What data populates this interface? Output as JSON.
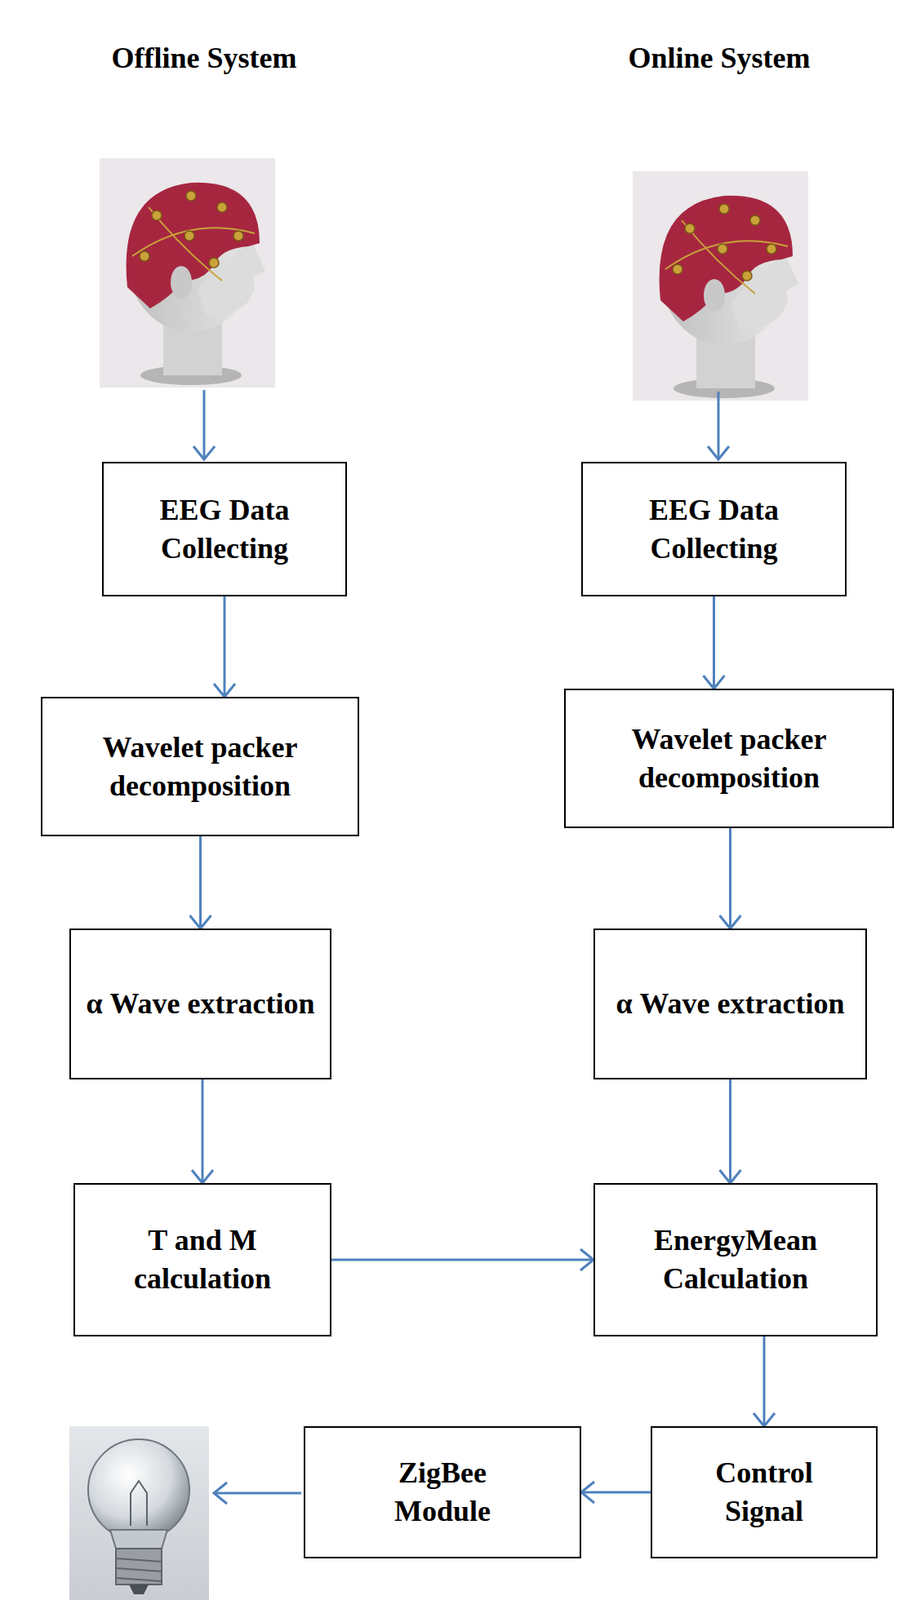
{
  "diagram": {
    "nodes": [
      {
        "text": [
          "EEG Data Collecting"
        ]
      },
      {
        "text": [
          "EEG Data Collecting"
        ]
      },
      {
        "text": [
          "Wavelet packer decomposition"
        ]
      },
      {
        "text": [
          "Wavelet packer decomposition"
        ]
      },
      {
        "text": [
          "α Wave extraction"
        ]
      },
      {
        "text": [
          "α Wave extraction"
        ]
      },
      {
        "text": [
          "T and M calculation"
        ]
      },
      {
        "text": [
          "EnergyMean Calculation"
        ]
      },
      {
        "text": [
          "ZigBee Module"
        ]
      },
      {
        "text": [
          "Control Signal"
        ]
      }
    ],
    "edges": [
      {
        "from": 0,
        "to": 2,
        "arrow": "to"
      },
      {
        "from": 2,
        "to": 4,
        "arrow": "to"
      },
      {
        "from": 4,
        "to": 6,
        "arrow": "to"
      },
      {
        "from": 6,
        "to": 7,
        "arrow": "to"
      },
      {
        "from": 1,
        "to": 3,
        "arrow": "to"
      },
      {
        "from": 3,
        "to": 5,
        "arrow": "to"
      },
      {
        "from": 5,
        "to": 7,
        "arrow": "to"
      },
      {
        "from": 7,
        "to": 9,
        "arrow": "to"
      },
      {
        "from": 9,
        "to": 8,
        "arrow": "to"
      }
    ],
    "labels": [
      "Offline System",
      "Online System"
    ]
  }
}
